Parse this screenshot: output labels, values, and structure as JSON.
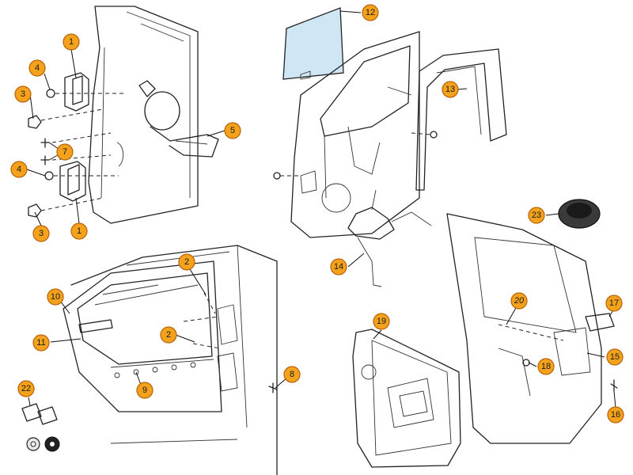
{
  "colors": {
    "callout_fill": "#f4a21b",
    "callout_stroke": "#b8610a",
    "line": "#222222",
    "glass": "#cfe6f5",
    "grommet": "#3a3a3a"
  },
  "callouts": [
    {
      "id": "c1a",
      "label": "1"
    },
    {
      "id": "c1b",
      "label": "1"
    },
    {
      "id": "c2a",
      "label": "2"
    },
    {
      "id": "c2b",
      "label": "2"
    },
    {
      "id": "c3a",
      "label": "3"
    },
    {
      "id": "c3b",
      "label": "3"
    },
    {
      "id": "c4a",
      "label": "4"
    },
    {
      "id": "c4b",
      "label": "4"
    },
    {
      "id": "c5",
      "label": "5"
    },
    {
      "id": "c7",
      "label": "7"
    },
    {
      "id": "c8",
      "label": "8"
    },
    {
      "id": "c9",
      "label": "9"
    },
    {
      "id": "c10",
      "label": "10"
    },
    {
      "id": "c11",
      "label": "11"
    },
    {
      "id": "c12",
      "label": "12"
    },
    {
      "id": "c13",
      "label": "13"
    },
    {
      "id": "c14",
      "label": "14"
    },
    {
      "id": "c15",
      "label": "15"
    },
    {
      "id": "c16",
      "label": "16"
    },
    {
      "id": "c17",
      "label": "17"
    },
    {
      "id": "c18",
      "label": "18"
    },
    {
      "id": "c19",
      "label": "19"
    },
    {
      "id": "c20",
      "label": "20"
    },
    {
      "id": "c22",
      "label": "22"
    },
    {
      "id": "c23",
      "label": "23"
    }
  ]
}
